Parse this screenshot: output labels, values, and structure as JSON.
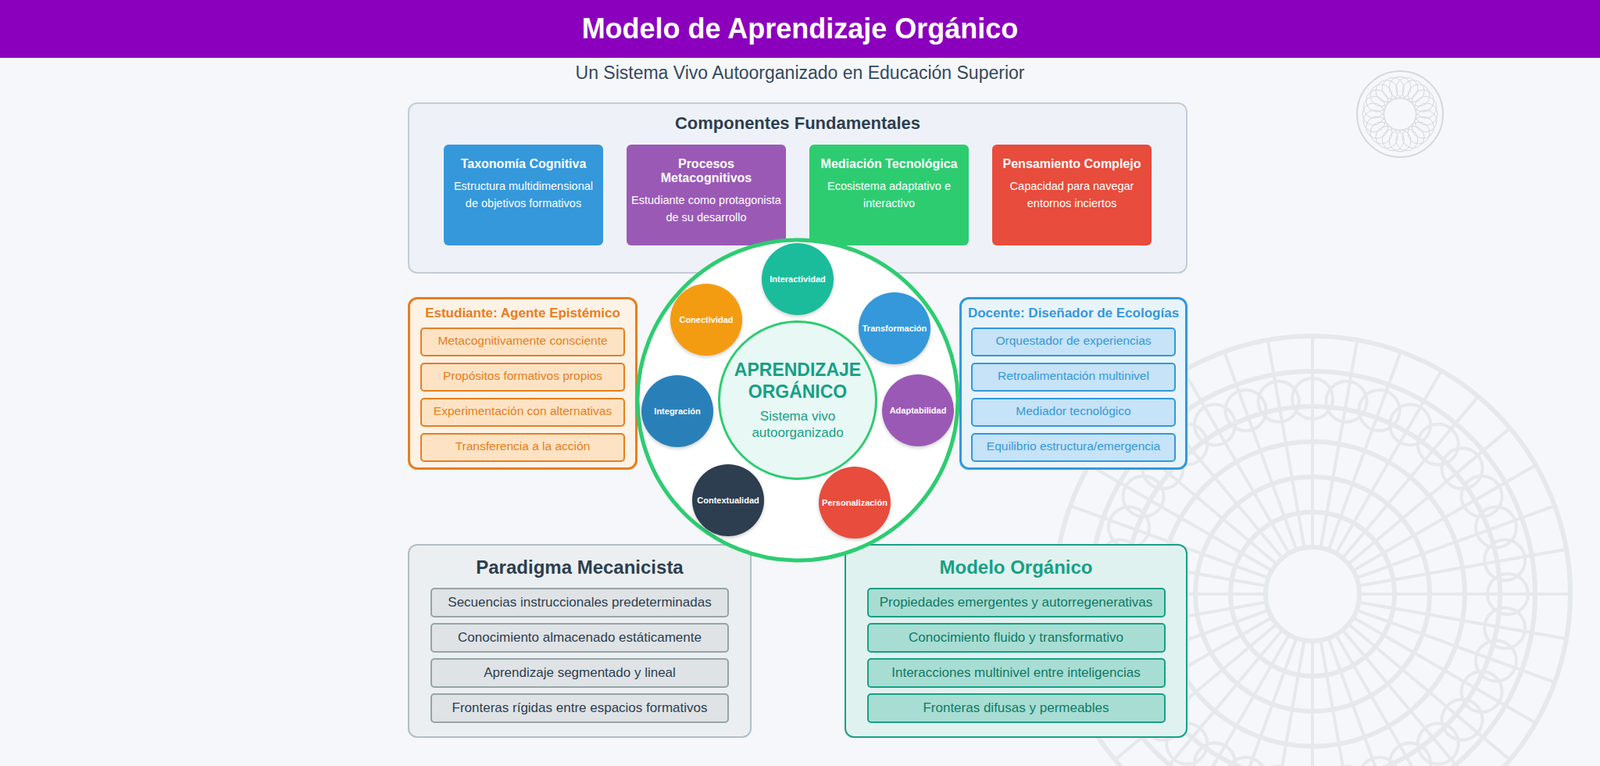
{
  "diagram": {
    "title": "Modelo de Aprendizaje Orgánico",
    "nodes": [
      {
        "text": [
          "Componentes Fundamentales"
        ]
      },
      {
        "text": [
          "Taxonomía Cognitiva",
          "Estructura multidimensional de objetivos formativos"
        ],
        "in": 0
      },
      {
        "text": [
          "Procesos Metacognitivos",
          "Estudiante como protagonista de su desarrollo"
        ],
        "in": 0
      },
      {
        "text": [
          "Mediación Tecnológica",
          "Ecosistema adaptativo e interactivo"
        ],
        "in": 0
      },
      {
        "text": [
          "Pensamiento Complejo",
          "Capacidad para navegar entornos inciertos"
        ],
        "in": 0
      },
      {
        "text": [
          "APRENDIZAJE ORGÁNICO",
          "Sistema vivo autoorganizado"
        ]
      },
      {
        "text": [
          "Interactividad"
        ]
      },
      {
        "text": [
          "Transformación"
        ]
      },
      {
        "text": [
          "Adaptabilidad"
        ]
      },
      {
        "text": [
          "Personalización"
        ]
      },
      {
        "text": [
          "Contextualidad"
        ]
      },
      {
        "text": [
          "Integración"
        ]
      },
      {
        "text": [
          "Conectividad"
        ]
      },
      {
        "text": [
          "Estudiante: Agente Epistémico"
        ]
      },
      {
        "text": [
          "Metacognitivamente consciente"
        ],
        "in": 13
      },
      {
        "text": [
          "Propósitos formativos propios"
        ],
        "in": 13
      },
      {
        "text": [
          "Experimentación con alternativas"
        ],
        "in": 13
      },
      {
        "text": [
          "Transferencia a la acción"
        ],
        "in": 13
      },
      {
        "text": [
          "Docente: Diseñador de Ecologías"
        ]
      },
      {
        "text": [
          "Orquestador de experiencias"
        ],
        "in": 18
      },
      {
        "text": [
          "Retroalimentación multinivel"
        ],
        "in": 18
      },
      {
        "text": [
          "Mediador tecnológico"
        ],
        "in": 18
      },
      {
        "text": [
          "Equilibrio estructura/emergencia"
        ],
        "in": 18
      },
      {
        "text": [
          "Paradigma Mecanicista"
        ]
      },
      {
        "text": [
          "Secuencias instruccionales predeterminadas"
        ],
        "in": 23
      },
      {
        "text": [
          "Conocimiento almacenado estáticamente"
        ],
        "in": 23
      },
      {
        "text": [
          "Aprendizaje segmentado y lineal"
        ],
        "in": 23
      },
      {
        "text": [
          "Fronteras rígidas entre espacios formativos"
        ],
        "in": 23
      },
      {
        "text": [
          "Modelo Orgánico"
        ]
      },
      {
        "text": [
          "Propiedades emergentes y autorregenerativas"
        ],
        "in": 28
      },
      {
        "text": [
          "Conocimiento fluido y transformativo"
        ],
        "in": 28
      },
      {
        "text": [
          "Interacciones multinivel entre inteligencias"
        ],
        "in": 28
      },
      {
        "text": [
          "Fronteras difusas y permeables"
        ],
        "in": 28
      }
    ],
    "labels": [
      "Un Sistema Vivo Autoorganizado en Educación Superior"
    ]
  }
}
